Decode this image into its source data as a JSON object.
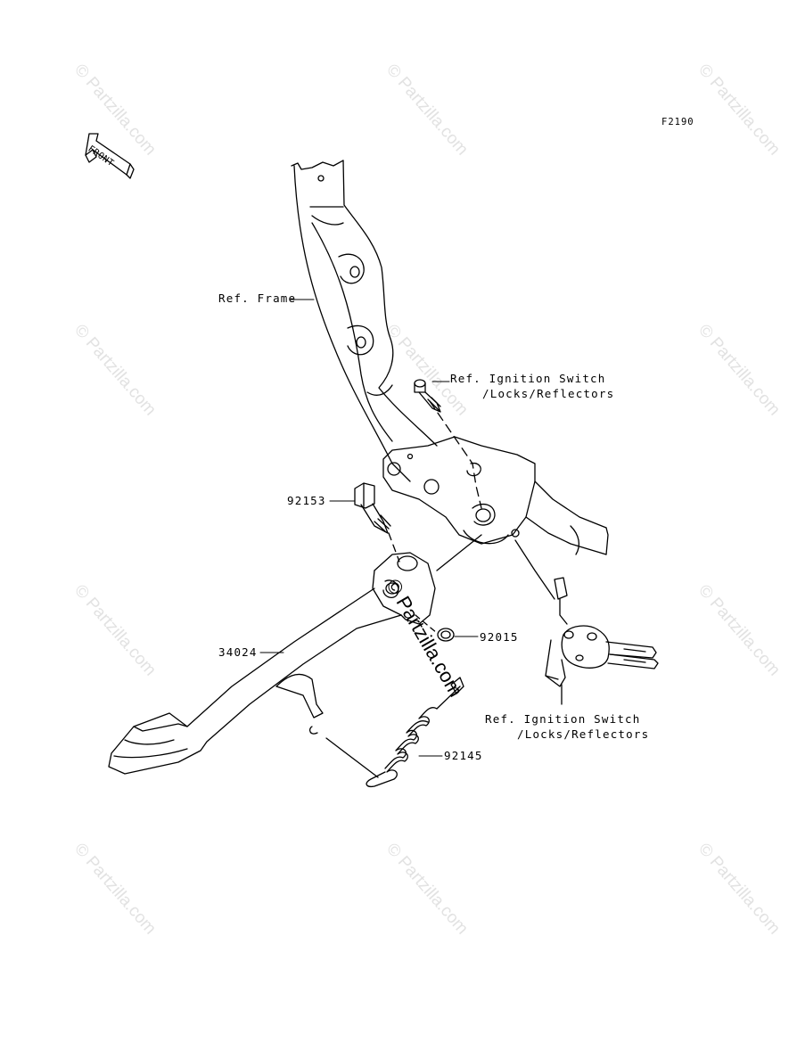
{
  "diagram_code": "F2190",
  "front_arrow_label": "FRONT",
  "watermark_text": "© Partzilla.com",
  "center_watermark_text": "© Partzilla.com",
  "parts": {
    "ref_frame": "Ref. Frame",
    "ref_ignition_top_line1": "Ref. Ignition Switch",
    "ref_ignition_top_line2": "/Locks/Reflectors",
    "part_92153": "92153",
    "part_92015": "92015",
    "part_34024": "34024",
    "ref_ignition_bottom_line1": "Ref. Ignition Switch",
    "ref_ignition_bottom_line2": "/Locks/Reflectors",
    "part_92145": "92145"
  }
}
